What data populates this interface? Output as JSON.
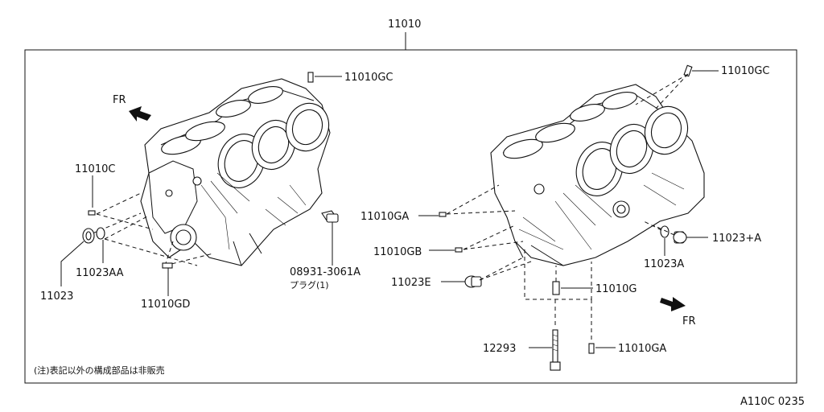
{
  "title_part": "11010",
  "labels": {
    "left_gc": "11010GC",
    "right_gc": "11010GC",
    "left_c": "11010C",
    "left_aa": "11023AA",
    "left_11023": "11023",
    "left_gd": "11010GD",
    "plug_part": "08931-3061A",
    "plug_desc": "プラグ(1)",
    "right_ga_top": "11010GA",
    "right_gb": "11010GB",
    "right_e": "11023E",
    "right_g": "11010G",
    "right_plus_a": "11023+A",
    "right_a": "11023A",
    "right_12293": "12293",
    "right_ga_bottom": "11010GA",
    "fr_left": "FR",
    "fr_right": "FR"
  },
  "note": "(注)表記以外の構成部品は非販売",
  "figure_code": "A110C 0235"
}
